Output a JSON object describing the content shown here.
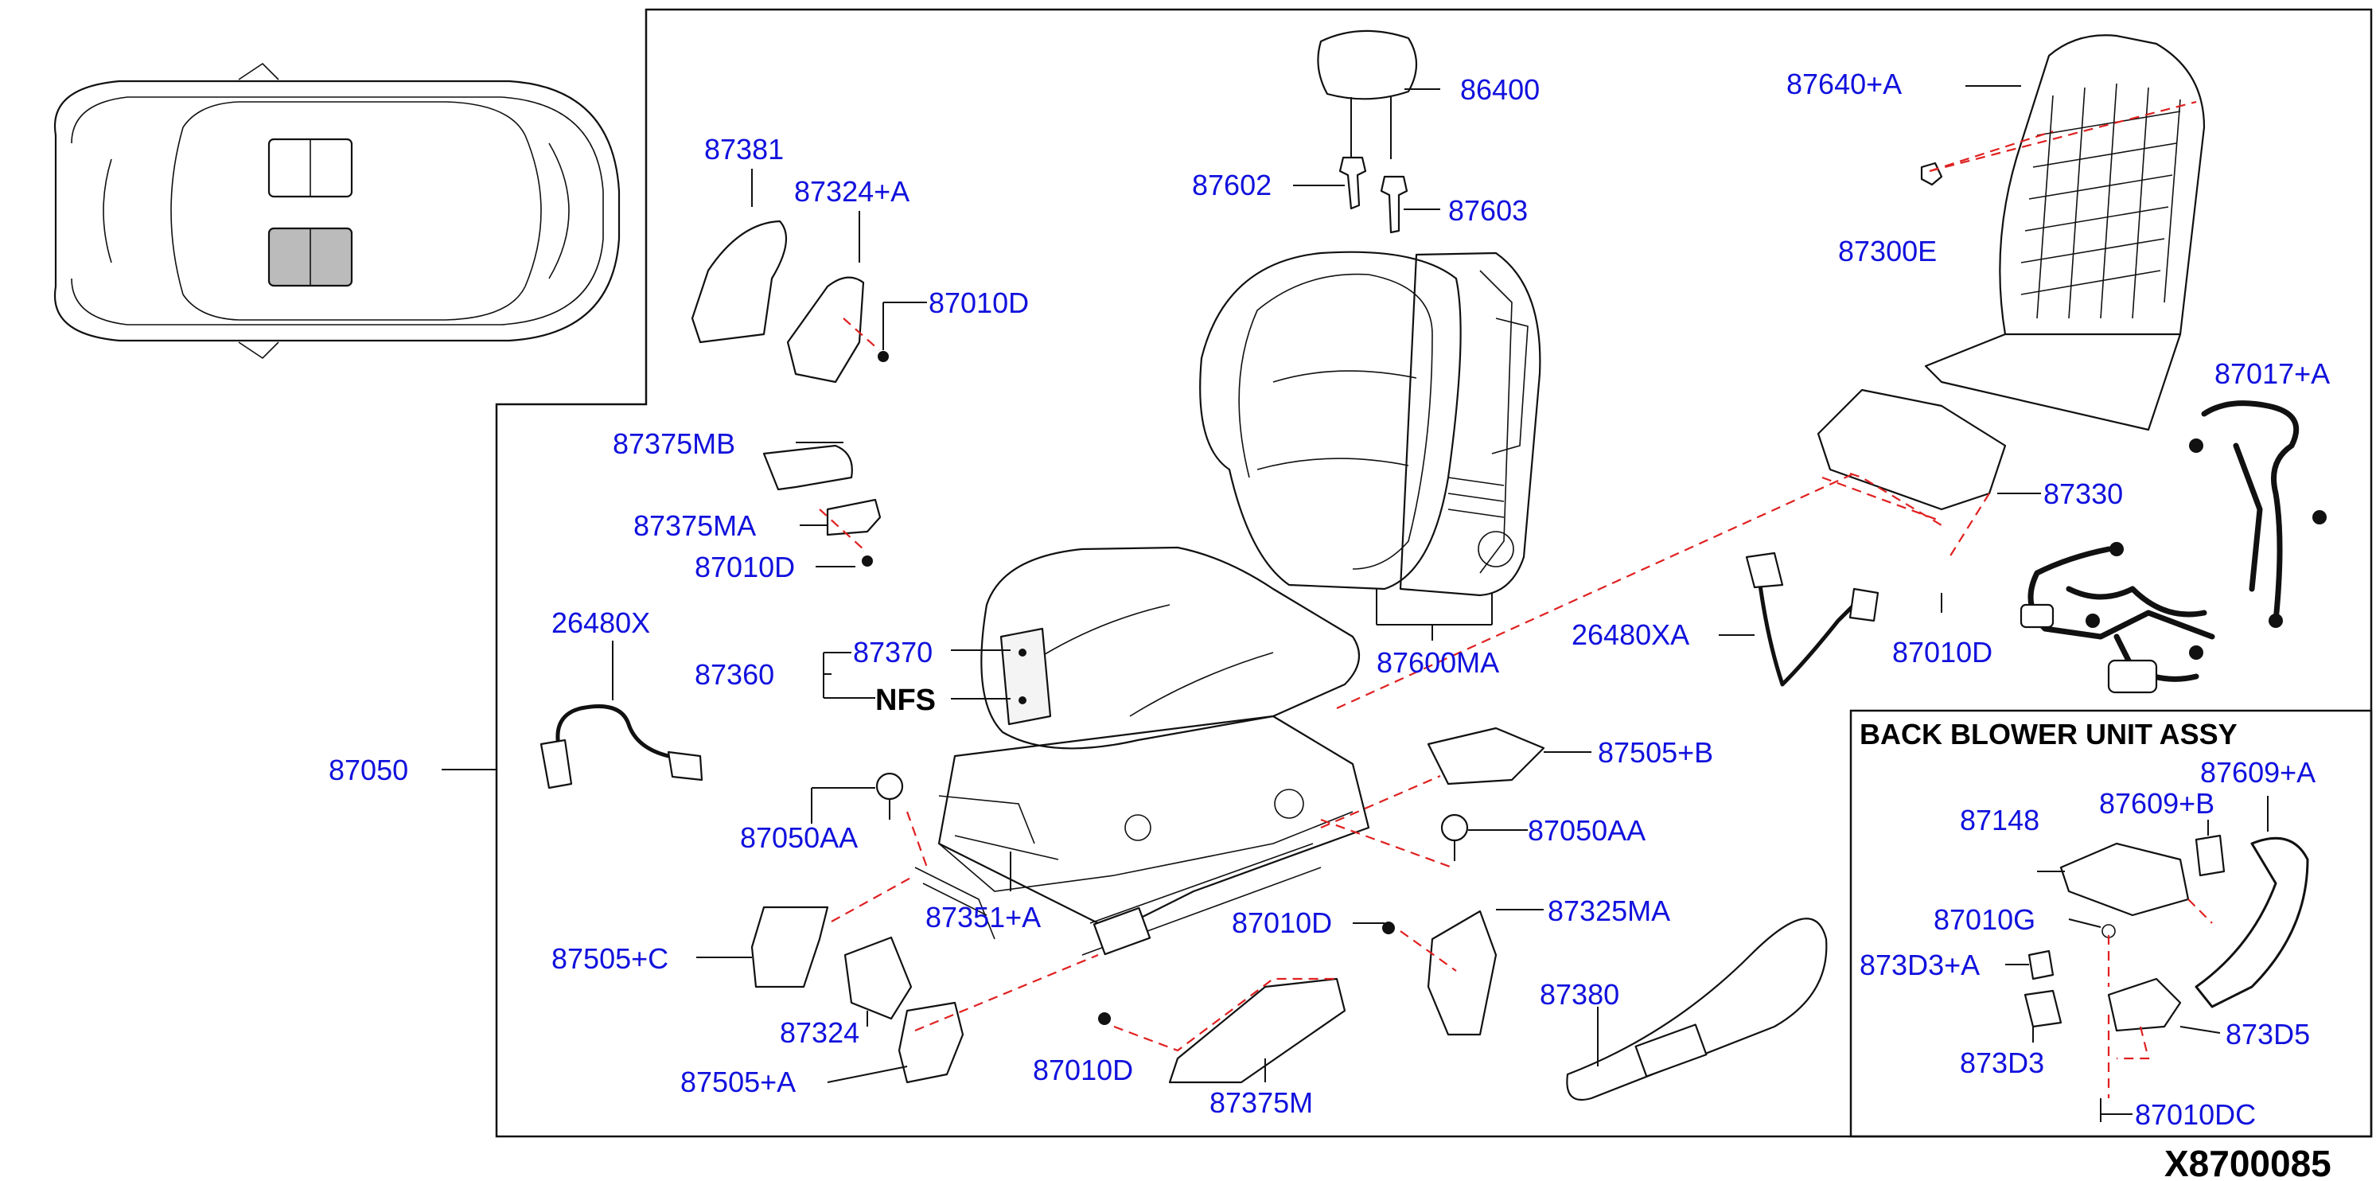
{
  "diagram_id": "X8700085",
  "inset_title": "BACK BLOWER UNIT ASSY",
  "labels": {
    "p86400": "86400",
    "p87602": "87602",
    "p87603": "87603",
    "p87640A": "87640+A",
    "p87300E": "87300E",
    "p87381": "87381",
    "p87324A": "87324+A",
    "p87010D_a": "87010D",
    "p87375MB": "87375MB",
    "p87375MA": "87375MA",
    "p87010D_b": "87010D",
    "p26480X": "26480X",
    "p87370": "87370",
    "p87360": "87360",
    "nfs": "NFS",
    "p87050": "87050",
    "p87050AA_a": "87050AA",
    "p87600MA": "87600MA",
    "p87017A": "87017+A",
    "p87330": "87330",
    "p26480XA": "26480XA",
    "p87010D_c": "87010D",
    "p87505B": "87505+B",
    "p87050AA_b": "87050AA",
    "p87351A": "87351+A",
    "p87505C": "87505+C",
    "p87324": "87324",
    "p87505A": "87505+A",
    "p87010D_d": "87010D",
    "p87325MA": "87325MA",
    "p87010D_e": "87010D",
    "p87375M": "87375M",
    "p87380": "87380",
    "p87148": "87148",
    "p87609B": "87609+B",
    "p87609A": "87609+A",
    "p87010G": "87010G",
    "p873D3A": "873D3+A",
    "p873D3": "873D3",
    "p873D5": "873D5",
    "p87010DC": "87010DC"
  },
  "colors": {
    "label": "#1111dd",
    "line": "#111111",
    "dashed_leader": "#e02020",
    "highlight_seat": "#bbbbbb"
  },
  "icons": [
    "car-top-view-icon",
    "headrest-icon",
    "seat-back-icon",
    "seat-cushion-icon",
    "seat-frame-icon",
    "wire-harness-icon",
    "blower-unit-icon"
  ]
}
